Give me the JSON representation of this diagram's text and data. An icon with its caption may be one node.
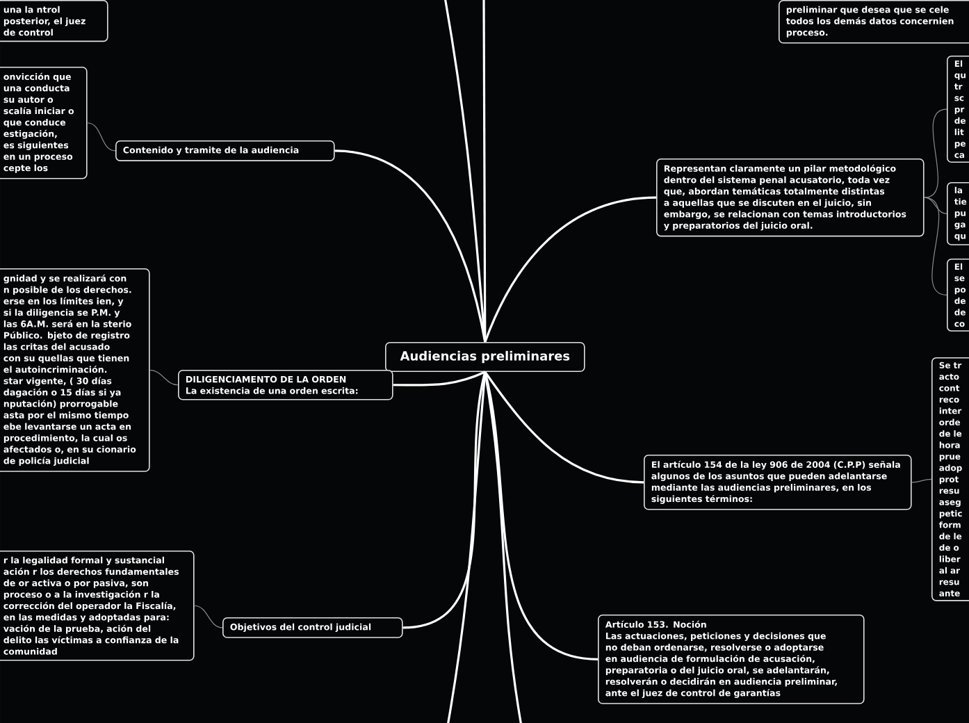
{
  "diagram": {
    "nodes": [
      {
        "text": [
          "Audiencias preliminares"
        ]
      },
      {
        "text": [
          "una la ntrol posterior, el juez de control"
        ]
      },
      {
        "text": [
          "onvicción que una conducta su autor o scalía iniciar o que conduce estigación, es siguientes en un proceso cepte los"
        ]
      },
      {
        "text": [
          "Contenido y tramite de la audiencia"
        ]
      },
      {
        "text": [
          "gnidad y se realizará con n posible de los derechos. erse en los límites ien, y si la diligencia se P.M. y las 6A.M. será en la sterio Público. bjeto de registro las critas del acusado con su quellas que tienen el autoincriminación. star vigente, ( 30 días dagación o 15 días si ya nputación) prorrogable asta por el mismo tiempo ebe levantarse un acta en procedimiento, la cual os afectados o, en su cionario de policía judicial"
        ]
      },
      {
        "text": [
          "DILIGENCIAMENTO DE LA ORDEN",
          "La existencia de una orden escrita:"
        ]
      },
      {
        "text": [
          "r la legalidad formal y sustancial ación r los derechos fundamentales de or activa o por pasiva, son proceso o a la investigación r la corrección del operador la Fiscalía, en las medidas y adoptadas para: vación de la prueba, ación del delito las víctimas a confianza de la comunidad"
        ]
      },
      {
        "text": [
          "Objetivos del control judicial"
        ]
      },
      {
        "text": [
          "preliminar que desea que se cele todos los demás datos concernien proceso."
        ]
      },
      {
        "text": [
          "Representan claramente un pilar metodológico dentro del sistema penal acusatorio, toda vez que, abordan temáticas totalmente distintas a aquellas que se discuten en el juicio, sin embargo, se relacionan con temas introductorios y preparatorios del juicio oral."
        ]
      },
      {
        "text": [
          "El qu tr sc pr de lit pe ca"
        ]
      },
      {
        "text": [
          "la tie pu ga qu"
        ]
      },
      {
        "text": [
          "El se po de de co"
        ]
      },
      {
        "text": [
          "El artículo 154 de la ley 906 de 2004 (C.P.P) señala algunos de los asuntos que pueden adelantarse mediante las audiencias preliminares, en los siguientes términos:"
        ]
      },
      {
        "text": [
          "Se tr acto cont reco inter orde de le hora prue adop prot resu aseg petic form de le de o liber al ar resu ante"
        ]
      },
      {
        "text": [
          "Artículo 153. Noción",
          "Las actuaciones, peticiones y decisiones que no deban ordenarse, resolverse o adoptarse en audiencia de formulación de acusación, preparatoria o del juicio oral, se adelantarán, resolverán o decidirán en audiencia preliminar, ante el juez de control de garantías"
        ]
      }
    ],
    "edges": [
      {
        "from": 0,
        "to": null,
        "arrow": "none"
      },
      {
        "from": 0,
        "to": null,
        "arrow": "none"
      },
      {
        "from": 0,
        "to": 3,
        "arrow": "none"
      },
      {
        "from": 0,
        "to": 5,
        "arrow": "none"
      },
      {
        "from": 0,
        "to": 7,
        "arrow": "none"
      },
      {
        "from": 0,
        "to": 9,
        "arrow": "none"
      },
      {
        "from": 0,
        "to": 13,
        "arrow": "none"
      },
      {
        "from": 0,
        "to": 15,
        "arrow": "none"
      },
      {
        "from": 0,
        "to": null,
        "arrow": "none"
      },
      {
        "from": 0,
        "to": null,
        "arrow": "none"
      },
      {
        "from": 3,
        "to": 2,
        "arrow": "none",
        "color": "#8a8a8a"
      },
      {
        "from": 5,
        "to": 4,
        "arrow": "none",
        "color": "#8a8a8a"
      },
      {
        "from": 7,
        "to": 6,
        "arrow": "none",
        "color": "#8a8a8a"
      },
      {
        "from": 9,
        "to": 10,
        "arrow": "none",
        "color": "#8a8a8a"
      },
      {
        "from": 9,
        "to": 11,
        "arrow": "none",
        "color": "#8a8a8a"
      },
      {
        "from": 9,
        "to": 12,
        "arrow": "none",
        "color": "#8a8a8a"
      },
      {
        "from": 13,
        "to": 14,
        "arrow": "none",
        "color": "#8a8a8a"
      }
    ]
  }
}
